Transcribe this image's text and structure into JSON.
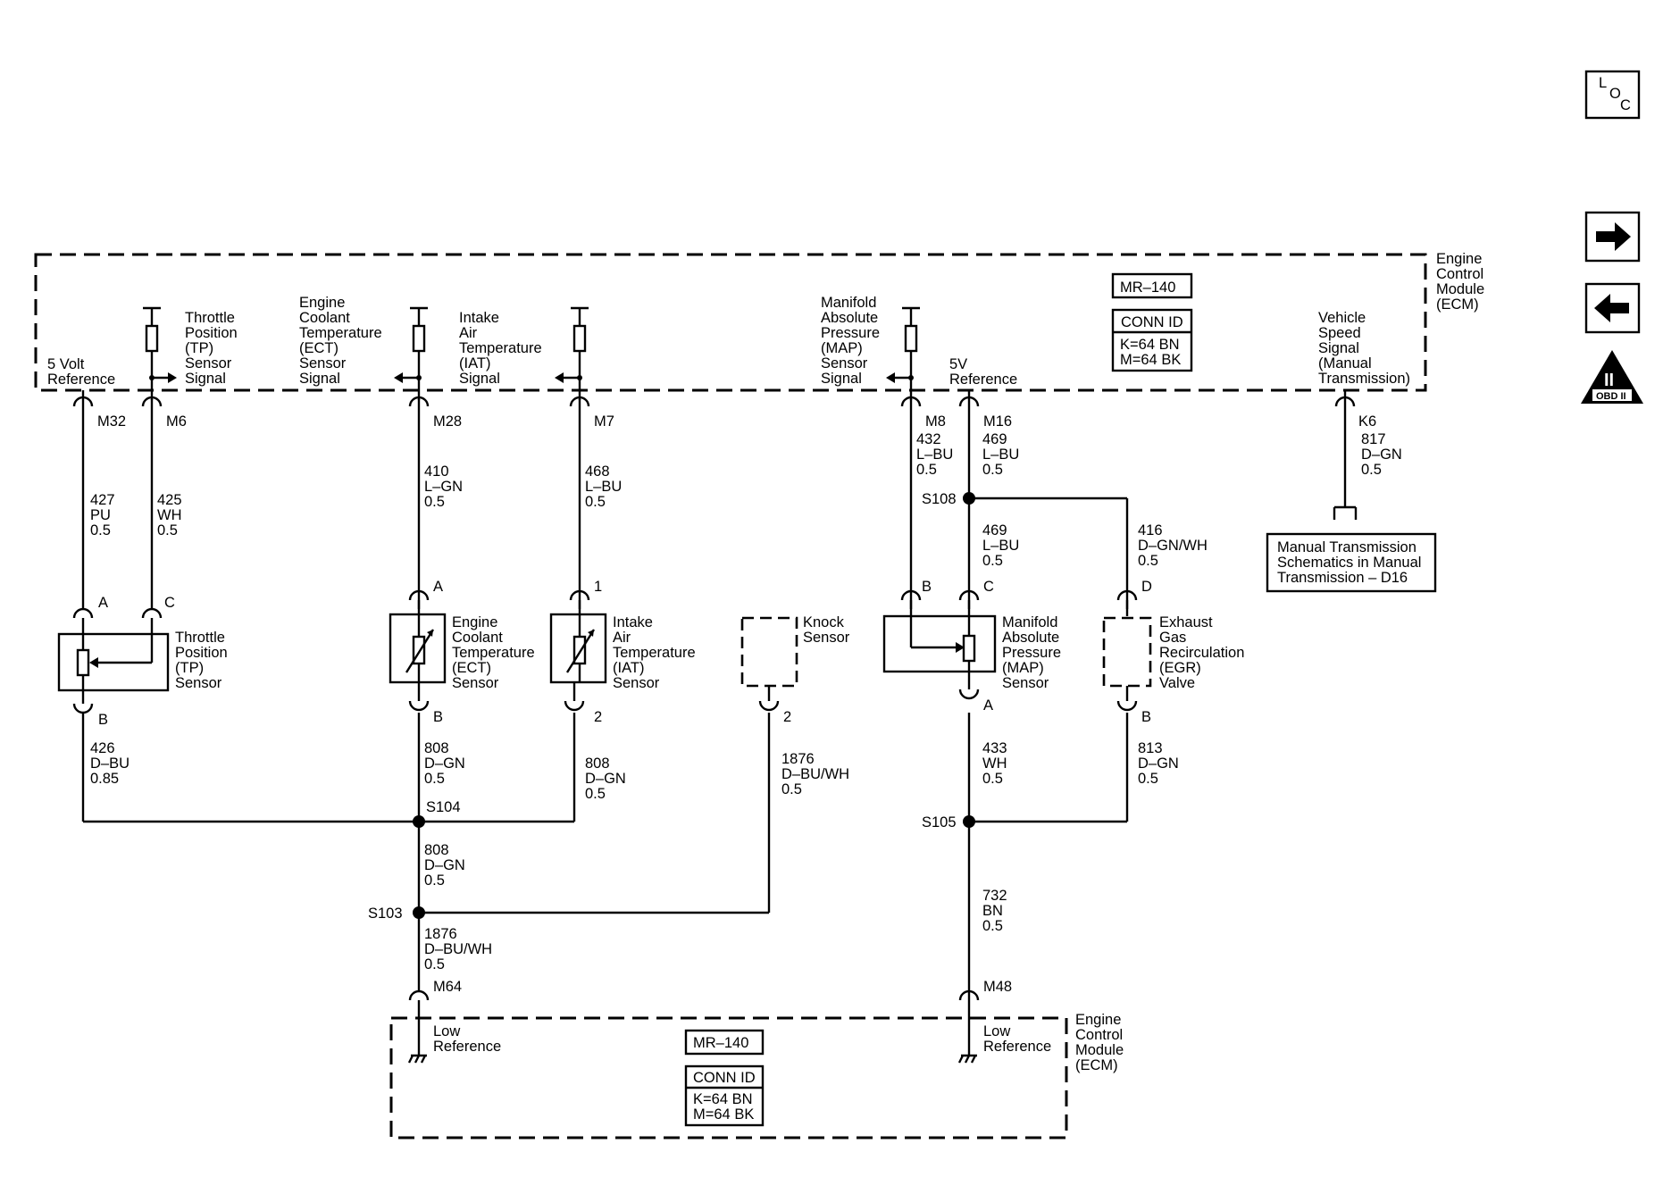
{
  "side_buttons": [
    {
      "name": "loc-button",
      "lines": [
        "L",
        "O",
        "C"
      ],
      "icon": "location-icon"
    },
    {
      "name": "next-page-button",
      "icon": "arrow-right-icon"
    },
    {
      "name": "previous-page-button",
      "icon": "arrow-left-icon"
    },
    {
      "name": "obd-ii-button",
      "label": "OBD II",
      "mark": "II",
      "icon": "obd-ii-triangle-icon"
    }
  ],
  "ecm_top": {
    "title": [
      "Engine",
      "Control",
      "Module",
      "(ECM)"
    ],
    "mr": "MR–140",
    "conn_id_label": "CONN ID",
    "conn_k": "K=64 BN",
    "conn_m": "M=64 BK",
    "pins": {
      "m32": {
        "pin": "M32",
        "label": [
          "5 Volt",
          "Reference"
        ]
      },
      "m6": {
        "pin": "M6",
        "label": [
          "Throttle",
          "Position",
          "(TP)",
          "Sensor",
          "Signal"
        ]
      },
      "m28": {
        "pin": "M28",
        "label": [
          "Engine",
          "Coolant",
          "Temperature",
          "(ECT)",
          "Sensor",
          "Signal"
        ]
      },
      "m7": {
        "pin": "M7",
        "label": [
          "Intake",
          "Air",
          "Temperature",
          "(IAT)",
          "Signal"
        ]
      },
      "m8": {
        "pin": "M8",
        "label": [
          "Manifold",
          "Absolute",
          "Pressure",
          "(MAP)",
          "Sensor",
          "Signal"
        ]
      },
      "m16": {
        "pin": "M16",
        "label": [
          "5V",
          "Reference"
        ]
      },
      "k6": {
        "pin": "K6",
        "label": [
          "Vehicle",
          "Speed",
          "Signal",
          "(Manual",
          "Transmission)"
        ]
      }
    }
  },
  "ecm_bottom": {
    "title": [
      "Engine",
      "Control",
      "Module",
      "(ECM)"
    ],
    "mr": "MR–140",
    "conn_id_label": "CONN ID",
    "conn_k": "K=64 BN",
    "conn_m": "M=64 BK",
    "m64": {
      "pin": "M64",
      "label": [
        "Low",
        "Reference"
      ]
    },
    "m48": {
      "pin": "M48",
      "label": [
        "Low",
        "Reference"
      ]
    }
  },
  "wires": {
    "w427": [
      "427",
      "PU",
      "0.5"
    ],
    "w425": [
      "425",
      "WH",
      "0.5"
    ],
    "w410": [
      "410",
      "L–GN",
      "0.5"
    ],
    "w468": [
      "468",
      "L–BU",
      "0.5"
    ],
    "w432": [
      "432",
      "L–BU",
      "0.5"
    ],
    "w469a": [
      "469",
      "L–BU",
      "0.5"
    ],
    "w469b": [
      "469",
      "L–BU",
      "0.5"
    ],
    "w416": [
      "416",
      "D–GN/WH",
      "0.5"
    ],
    "w817": [
      "817",
      "D–GN",
      "0.5"
    ],
    "w426": [
      "426",
      "D–BU",
      "0.85"
    ],
    "w808a": [
      "808",
      "D–GN",
      "0.5"
    ],
    "w808b": [
      "808",
      "D–GN",
      "0.5"
    ],
    "w808c": [
      "808",
      "D–GN",
      "0.5"
    ],
    "w1876a": [
      "1876",
      "D–BU/WH",
      "0.5"
    ],
    "w1876b": [
      "1876",
      "D–BU/WH",
      "0.5"
    ],
    "w433": [
      "433",
      "WH",
      "0.5"
    ],
    "w813": [
      "813",
      "D–GN",
      "0.5"
    ],
    "w732": [
      "732",
      "BN",
      "0.5"
    ]
  },
  "splices": {
    "s108": "S108",
    "s104": "S104",
    "s103": "S103",
    "s105": "S105"
  },
  "components": {
    "tp": {
      "label": [
        "Throttle",
        "Position",
        "(TP)",
        "Sensor"
      ],
      "pin_a": "A",
      "pin_c": "C",
      "pin_b": "B"
    },
    "ect": {
      "label": [
        "Engine",
        "Coolant",
        "Temperature",
        "(ECT)",
        "Sensor"
      ],
      "pin_a": "A",
      "pin_b": "B"
    },
    "iat": {
      "label": [
        "Intake",
        "Air",
        "Temperature",
        "(IAT)",
        "Sensor"
      ],
      "pin_1": "1",
      "pin_2": "2"
    },
    "knock": {
      "label": [
        "Knock",
        "Sensor"
      ],
      "pin_2": "2"
    },
    "map": {
      "label": [
        "Manifold",
        "Absolute",
        "Pressure",
        "(MAP)",
        "Sensor"
      ],
      "pin_b": "B",
      "pin_c": "C",
      "pin_a": "A"
    },
    "egr": {
      "label": [
        "Exhaust",
        "Gas",
        "Recirculation",
        "(EGR)",
        "Valve"
      ],
      "pin_d": "D",
      "pin_b": "B"
    }
  },
  "manual_trans_ref": [
    "Manual Transmission",
    "Schematics in Manual",
    "Transmission – D16"
  ]
}
